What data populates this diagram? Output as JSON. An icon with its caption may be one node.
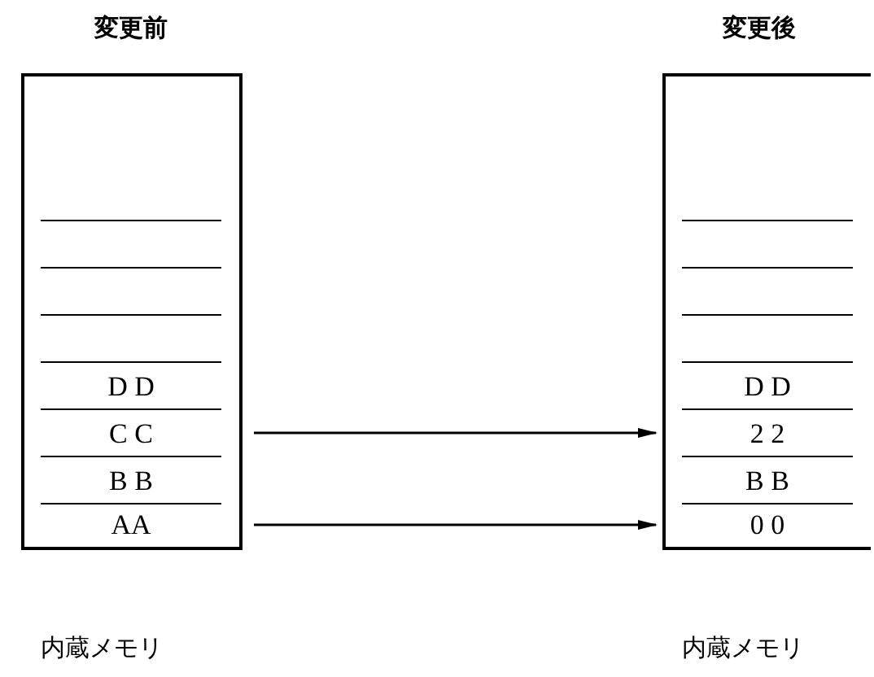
{
  "diagram": {
    "nodes": [
      {
        "text": [
          "変更前"
        ],
        "beside": [
          "内蔵メモリ"
        ]
      },
      {
        "text": [],
        "shape": "box",
        "in": 0
      },
      {
        "text": [],
        "shape": "box",
        "in": 0
      },
      {
        "text": [],
        "shape": "box",
        "in": 0
      },
      {
        "text": [
          "D D"
        ],
        "in": 0
      },
      {
        "text": [
          "C C"
        ],
        "in": 0
      },
      {
        "text": [
          "B B"
        ],
        "in": 0
      },
      {
        "text": [
          "AA"
        ],
        "in": 0
      },
      {
        "text": [
          "変更後"
        ],
        "beside": [
          "内蔵メモリ"
        ]
      },
      {
        "text": [],
        "shape": "box",
        "in": 8
      },
      {
        "text": [],
        "shape": "box",
        "in": 8
      },
      {
        "text": [],
        "shape": "box",
        "in": 8
      },
      {
        "text": [
          "D D"
        ],
        "in": 8
      },
      {
        "text": [
          "2 2"
        ],
        "in": 8
      },
      {
        "text": [
          "B B"
        ],
        "in": 8
      },
      {
        "text": [
          "0 0"
        ],
        "in": 8
      }
    ],
    "edges": [
      {
        "from": 5,
        "to": 13,
        "arrow": "to"
      },
      {
        "from": 7,
        "to": 15,
        "arrow": "to"
      }
    ]
  }
}
